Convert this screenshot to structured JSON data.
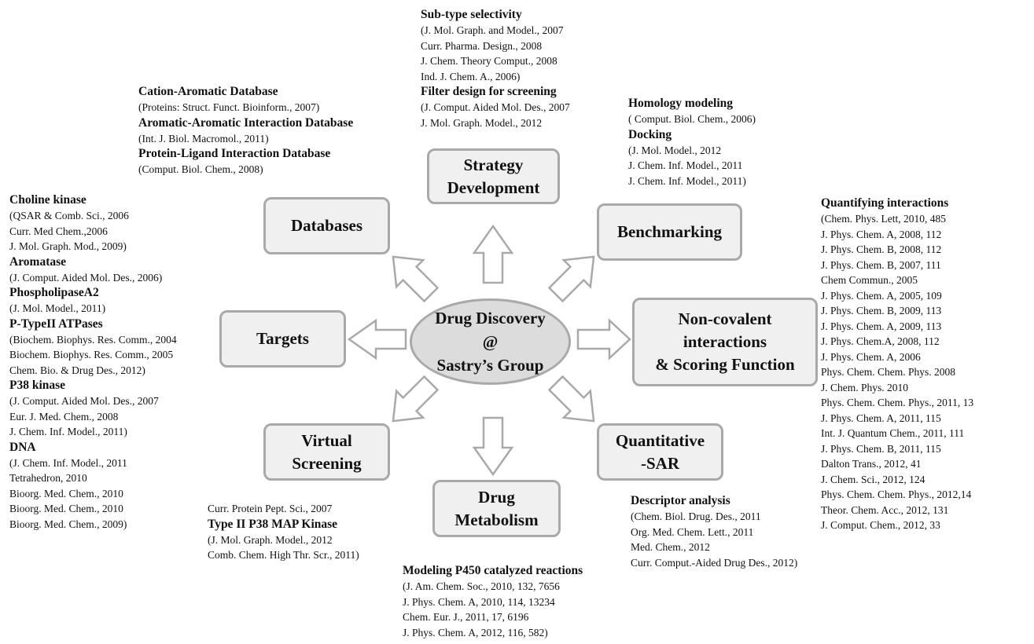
{
  "center": "Drug Discovery\n@\nSastry’s Group",
  "nodes": {
    "strategy": "Strategy\nDevelopment",
    "databases": "Databases",
    "benchmarking": "Benchmarking",
    "targets": "Targets",
    "noncovalent": "Non-covalent\ninteractions\n& Scoring Function",
    "virtual": "Virtual\nScreening",
    "qsar": "Quantitative\n-SAR",
    "metabolism": "Drug\nMetabolism"
  },
  "blocks": {
    "strategy": [
      {
        "t": "h",
        "text": "Sub-type selectivity"
      },
      {
        "t": "r",
        "text": "(J. Mol. Graph. and Model., 2007"
      },
      {
        "t": "r",
        "text": "Curr. Pharma. Design., 2008"
      },
      {
        "t": "r",
        "text": "J. Chem. Theory Comput., 2008"
      },
      {
        "t": "r",
        "text": "Ind. J. Chem. A., 2006)"
      },
      {
        "t": "h",
        "text": "Filter design for screening"
      },
      {
        "t": "r",
        "text": "(J. Comput. Aided Mol. Des., 2007"
      },
      {
        "t": "r",
        "text": "J. Mol. Graph. Model., 2012"
      }
    ],
    "databases": [
      {
        "t": "h",
        "text": "Cation-Aromatic Database"
      },
      {
        "t": "r",
        "text": "(Proteins: Struct. Funct. Bioinform., 2007)"
      },
      {
        "t": "h",
        "text": "Aromatic-Aromatic Interaction Database"
      },
      {
        "t": "r",
        "text": "(Int. J. Biol. Macromol., 2011)"
      },
      {
        "t": "h",
        "text": "Protein-Ligand Interaction Database"
      },
      {
        "t": "r",
        "text": "(Comput. Biol. Chem., 2008)"
      }
    ],
    "benchmarking": [
      {
        "t": "h",
        "text": "Homology modeling"
      },
      {
        "t": "r",
        "text": "( Comput. Biol. Chem., 2006)"
      },
      {
        "t": "h",
        "text": "Docking"
      },
      {
        "t": "r",
        "text": "(J. Mol. Model., 2012"
      },
      {
        "t": "r",
        "text": "J. Chem. Inf. Model., 2011"
      },
      {
        "t": "r",
        "text": "J. Chem. Inf. Model., 2011)"
      }
    ],
    "targets": [
      {
        "t": "h",
        "text": "Choline kinase"
      },
      {
        "t": "r",
        "text": "(QSAR & Comb. Sci., 2006"
      },
      {
        "t": "r",
        "text": "Curr. Med Chem.,2006"
      },
      {
        "t": "r",
        "text": "J. Mol. Graph. Mod., 2009)"
      },
      {
        "t": "h",
        "text": "Aromatase"
      },
      {
        "t": "r",
        "text": "(J. Comput. Aided Mol. Des., 2006)"
      },
      {
        "t": "h",
        "text": "PhospholipaseA2"
      },
      {
        "t": "r",
        "text": "(J. Mol. Model., 2011)"
      },
      {
        "t": "h",
        "text": "P-TypeII ATPases"
      },
      {
        "t": "r",
        "text": "(Biochem. Biophys.  Res. Comm., 2004"
      },
      {
        "t": "r",
        "text": "Biochem. Biophys.  Res. Comm., 2005"
      },
      {
        "t": "r",
        "text": "Chem. Bio. & Drug Des., 2012)"
      },
      {
        "t": "h",
        "text": "P38 kinase"
      },
      {
        "t": "r",
        "text": "(J. Comput. Aided Mol. Des., 2007"
      },
      {
        "t": "r",
        "text": "Eur. J. Med. Chem., 2008"
      },
      {
        "t": "r",
        "text": "J. Chem. Inf. Model., 2011)"
      },
      {
        "t": "h",
        "text": "DNA"
      },
      {
        "t": "r",
        "text": "(J. Chem. Inf. Model., 2011"
      },
      {
        "t": "r",
        "text": "Tetrahedron, 2010"
      },
      {
        "t": "r",
        "text": "Bioorg. Med. Chem., 2010"
      },
      {
        "t": "r",
        "text": "Bioorg. Med. Chem., 2010"
      },
      {
        "t": "r",
        "text": "Bioorg. Med. Chem., 2009)"
      }
    ],
    "noncovalent": [
      {
        "t": "h",
        "text": "Quantifying interactions"
      },
      {
        "t": "r",
        "text": "(Chem. Phys. Lett, 2010, 485"
      },
      {
        "t": "r",
        "text": "J. Phys. Chem. A, 2008, 112"
      },
      {
        "t": "r",
        "text": "J. Phys. Chem. B, 2008, 112"
      },
      {
        "t": "r",
        "text": "J. Phys. Chem. B, 2007, 111"
      },
      {
        "t": "r",
        "text": "Chem Commun., 2005"
      },
      {
        "t": "r",
        "text": "J. Phys. Chem. A,  2005,  109"
      },
      {
        "t": "r",
        "text": "J. Phys. Chem. B, 2009, 113"
      },
      {
        "t": "r",
        "text": "J. Phys. Chem. A, 2009, 113"
      },
      {
        "t": "r",
        "text": "J. Phys. Chem.A, 2008, 112"
      },
      {
        "t": "r",
        "text": "J. Phys. Chem. A,  2006"
      },
      {
        "t": "r",
        "text": "Phys. Chem. Chem. Phys. 2008"
      },
      {
        "t": "r",
        "text": "J. Chem. Phys. 2010"
      },
      {
        "t": "r",
        "text": "Phys. Chem. Chem. Phys., 2011, 13"
      },
      {
        "t": "r",
        "text": "J. Phys. Chem. A,  2011, 115"
      },
      {
        "t": "r",
        "text": "Int. J. Quantum Chem., 2011, 111"
      },
      {
        "t": "r",
        "text": "J. Phys. Chem. B, 2011, 115"
      },
      {
        "t": "r",
        "text": "Dalton Trans., 2012, 41"
      },
      {
        "t": "r",
        "text": "J. Chem. Sci., 2012, 124"
      },
      {
        "t": "r",
        "text": "Phys. Chem. Chem. Phys., 2012,14"
      },
      {
        "t": "r",
        "text": " Theor. Chem. Acc., 2012, 131"
      },
      {
        "t": "r",
        "text": "J. Comput. Chem., 2012, 33"
      }
    ],
    "virtual": [
      {
        "t": "r",
        "text": "Curr. Protein Pept. Sci., 2007"
      },
      {
        "t": "h",
        "text": "Type II P38 MAP Kinase"
      },
      {
        "t": "r",
        "text": "(J. Mol. Graph. Model., 2012"
      },
      {
        "t": "r",
        "text": "Comb. Chem. High Thr. Scr., 2011)"
      }
    ],
    "qsar": [
      {
        "t": "h",
        "text": "Descriptor analysis"
      },
      {
        "t": "r",
        "text": "(Chem. Biol. Drug. Des., 2011"
      },
      {
        "t": "r",
        "text": "Org. Med. Chem. Lett., 2011"
      },
      {
        "t": "r",
        "text": "Med. Chem., 2012"
      },
      {
        "t": "r",
        "text": "Curr. Comput.-Aided Drug Des., 2012)"
      }
    ],
    "metabolism": [
      {
        "t": "h",
        "text": "Modeling  P450 catalyzed reactions"
      },
      {
        "t": "r",
        "text": "(J. Am. Chem. Soc., 2010, 132, 7656"
      },
      {
        "t": "r",
        "text": "J. Phys. Chem. A, 2010, 114, 13234"
      },
      {
        "t": "r",
        "text": "Chem. Eur. J., 2011, 17, 6196"
      },
      {
        "t": "r",
        "text": "J. Phys. Chem. A, 2012, 116, 582)"
      }
    ]
  }
}
